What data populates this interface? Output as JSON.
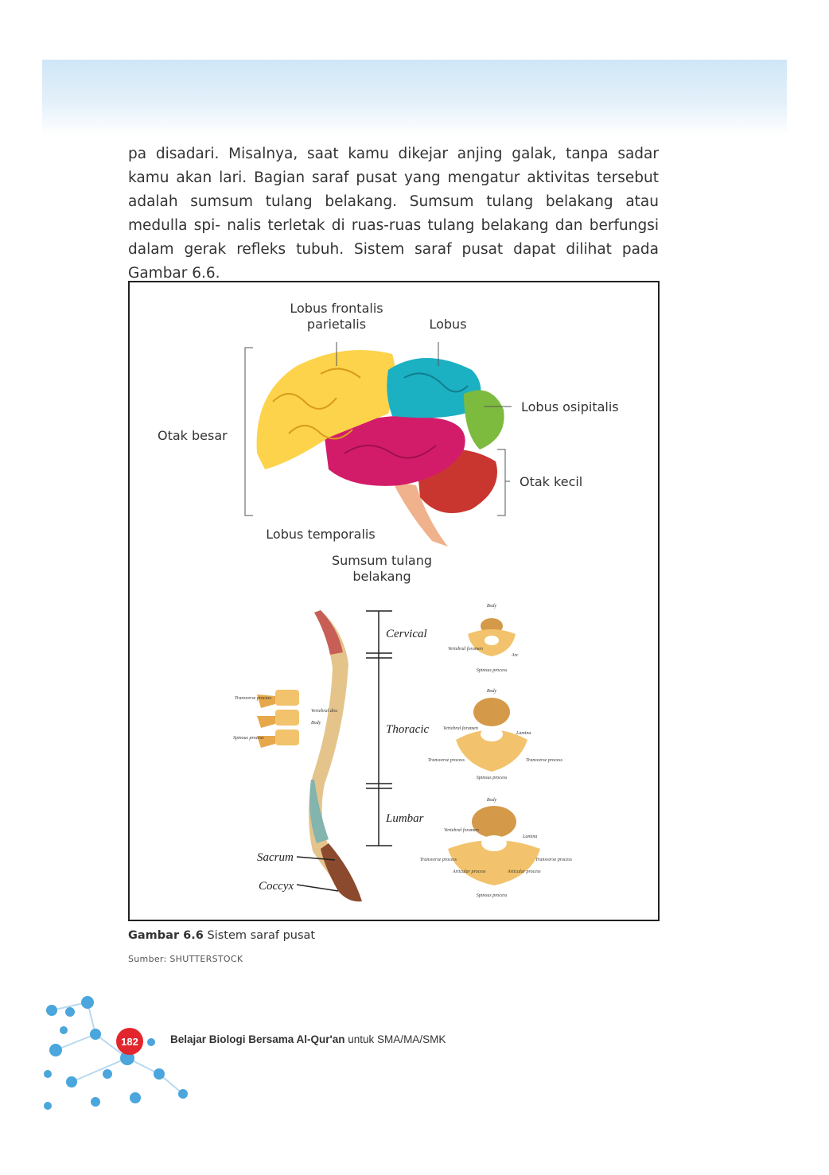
{
  "paragraph": "pa disadari. Misalnya, saat kamu dikejar anjing galak, tanpa sadar kamu akan lari. Bagian saraf pusat yang mengatur aktivitas tersebut adalah sumsum tulang belakang. Sumsum tulang belakang atau medulla spi- nalis terletak di ruas-ruas tulang belakang dan berfungsi dalam gerak refleks tubuh. Sistem saraf pusat dapat dilihat pada Gambar 6.6.",
  "brain": {
    "lobus_frontalis_1": "Lobus frontalis",
    "lobus_frontalis_2": "parietalis",
    "lobus": "Lobus",
    "lobus_osipitalis": "Lobus osipitalis",
    "otak_besar": "Otak besar",
    "otak_kecil": "Otak kecil",
    "lobus_temporalis": "Lobus temporalis",
    "sumsum_1": "Sumsum tulang",
    "sumsum_2": "belakang"
  },
  "spine": {
    "cervical": "Cervical",
    "thoracic": "Thoracic",
    "lumbar": "Lumbar",
    "sacrum": "Sacrum",
    "coccyx": "Coccyx",
    "side_transverse": "Transverse process",
    "side_vertebral": "Vertebral disc",
    "side_body": "Body",
    "side_spinous": "Spinous process",
    "c_body": "Body",
    "c_foramen": "Vertebral foramen",
    "c_arc": "Arc",
    "c_spinous": "Spinous process",
    "t_body": "Body",
    "t_foramen": "Vertebral foramen",
    "t_lamina": "Lamina",
    "t_transverse_l": "Transverse process",
    "t_transverse_r": "Transverse process",
    "t_spinous": "Spinous process",
    "l_body": "Body",
    "l_foramen": "Vertebral foramen",
    "l_lamina": "Lamina",
    "l_transverse_l": "Transverse process",
    "l_transverse_r": "Transverse process",
    "l_articular_l": "Articular process",
    "l_articular_r": "Articular process",
    "l_spinous": "Spinous process"
  },
  "caption": {
    "label": "Gambar 6.6",
    "text": " Sistem saraf pusat",
    "source": "Sumber: SHUTTERSTOCK"
  },
  "footer": {
    "page_number": "182",
    "book_title": "Belajar Biologi Bersama Al-Qur'an",
    "book_suffix": " untuk SMA/MA/SMK"
  }
}
